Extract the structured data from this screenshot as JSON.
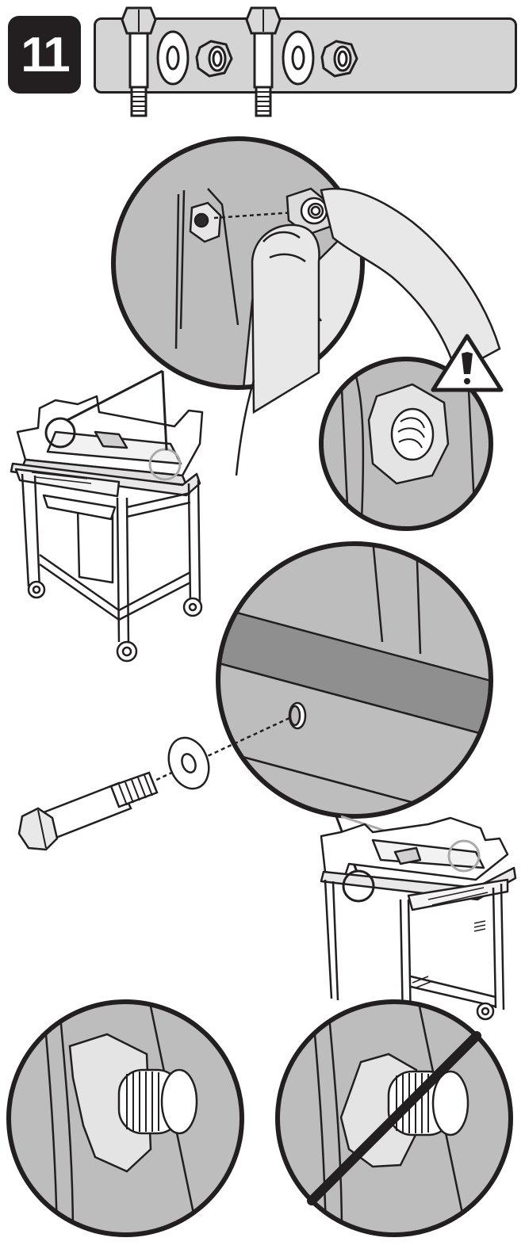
{
  "step": {
    "number": "11"
  },
  "colors": {
    "ink": "#231f20",
    "panel": "#d4d4d4",
    "detail_fill": "#bdbdbd",
    "detail_dark": "#8f8f8f",
    "highlight_circle": "#aaaaaa",
    "warning_bg": "#ffffff"
  },
  "icons": {
    "warning": "warning-triangle-icon",
    "prohibited": "prohibited-slash-icon"
  },
  "parts": [
    {
      "name": "bolt"
    },
    {
      "name": "washer"
    },
    {
      "name": "nut"
    },
    {
      "name": "bolt"
    },
    {
      "name": "washer"
    },
    {
      "name": "nut"
    }
  ],
  "details": [
    {
      "name": "nut-placement-detail"
    },
    {
      "name": "nut-orientation-warning-detail"
    },
    {
      "name": "bolt-insertion-detail"
    },
    {
      "name": "correct-installation-detail"
    },
    {
      "name": "incorrect-installation-detail"
    }
  ]
}
